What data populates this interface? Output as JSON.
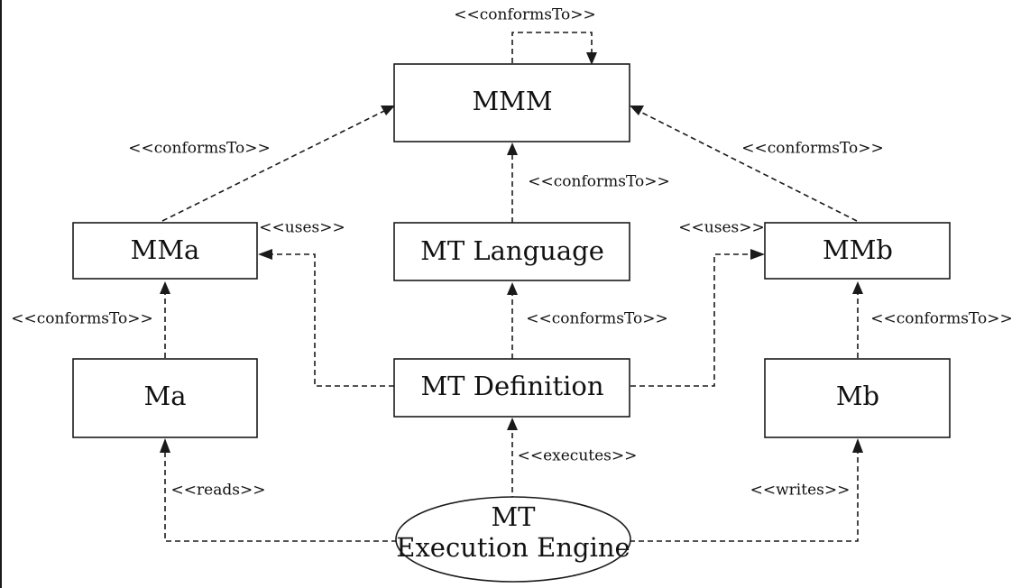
{
  "nodes": {
    "mmm": "MMM",
    "mma": "MMa",
    "mt_language": "MT Language",
    "mmb": "MMb",
    "ma": "Ma",
    "mt_definition": "MT Definition",
    "mb": "Mb",
    "engine_line1": "MT",
    "engine_line2": "Execution Engine"
  },
  "edge_labels": {
    "mmm_self": "<<conformsTo>>",
    "mma_to_mmm": "<<conformsTo>>",
    "mmb_to_mmm": "<<conformsTo>>",
    "language_to_mmm": "<<conformsTo>>",
    "uses_left": "<<uses>>",
    "uses_right": "<<uses>>",
    "ma_to_mma": "<<conformsTo>>",
    "definition_to_language": "<<conformsTo>>",
    "mb_to_mmb": "<<conformsTo>>",
    "executes": "<<executes>>",
    "reads": "<<reads>>",
    "writes": "<<writes>>"
  }
}
